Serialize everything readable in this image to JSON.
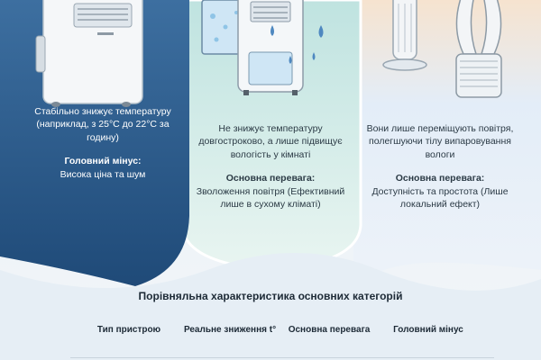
{
  "columns": [
    {
      "desc": "Стабільно знижує температуру (наприклад, з 25°С до 22°С за годину)",
      "heading": "Головний мінус:",
      "body": "Висока ціна та шум"
    },
    {
      "desc": "Не знижує температуру довгостроково, а лише підвищує вологість у кімнаті",
      "heading": "Основна перевага:",
      "body": "Зволоження повітря (Ефективний лише в сухому кліматі)"
    },
    {
      "desc": "Вони лише переміщують повітря, полегшуючи тілу випаровування вологи",
      "heading": "Основна перевага:",
      "body": "Доступність та простота (Лише локальний ефект)"
    }
  ],
  "comparison": {
    "title": "Порівняльна характеристика основних категорій",
    "headers": [
      "Тип пристрою",
      "Реальне зниження t°",
      "Основна перевага",
      "Головний мінус"
    ]
  },
  "colors": {
    "panel_left": "#2c5a88",
    "panel_mid": "#dff0ec",
    "panel_right": "#e4eef8",
    "text_dark": "#1d2a36"
  },
  "icons": [
    "portable-air-conditioner-icon",
    "evaporative-cooler-icon",
    "tower-fan-icon",
    "bladeless-fan-icon"
  ]
}
